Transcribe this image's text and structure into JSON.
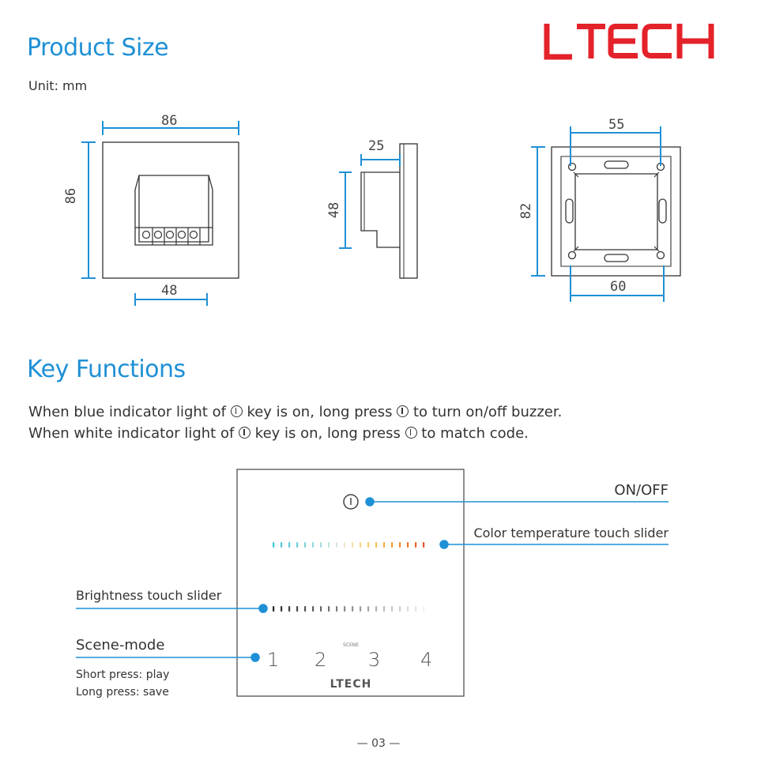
{
  "brand": {
    "logo_text": "LTECH",
    "color": "#e4222a"
  },
  "accent_color": "#1e90d6",
  "product_size": {
    "title": "Product Size",
    "unit": "Unit: mm",
    "front": {
      "width": "86",
      "height": "86",
      "box_width": "48"
    },
    "side": {
      "depth": "25",
      "box_height": "48"
    },
    "back": {
      "hole_spacing": "55",
      "height": "82",
      "box_width": "60"
    }
  },
  "key_functions": {
    "title": "Key Functions",
    "line1": {
      "before": "When blue indicator light of",
      "middle": "key is on, long press",
      "after": "to turn on/off buzzer."
    },
    "line2": {
      "before": "When white indicator light of",
      "middle": "key is on, long press",
      "after": "to match code."
    }
  },
  "panel": {
    "scene_label": "SCENE",
    "scene_numbers": [
      "1",
      "2",
      "3",
      "4"
    ],
    "logo": "LTECH"
  },
  "callouts": {
    "onoff": "ON/OFF",
    "color_temp": "Color temperature touch slider",
    "brightness": "Brightness touch slider",
    "scene_mode": "Scene-mode",
    "short_press": "Short press: play",
    "long_press": "Long press: save"
  },
  "footer": {
    "page": "— 03 —"
  }
}
